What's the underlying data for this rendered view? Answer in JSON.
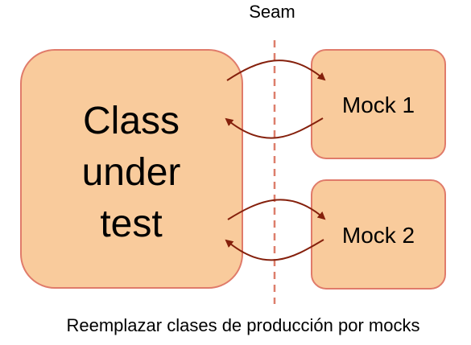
{
  "seam": {
    "label": "Seam"
  },
  "class_under_test": {
    "lines": [
      "Class",
      "under",
      "test"
    ]
  },
  "mocks": [
    {
      "label": "Mock 1"
    },
    {
      "label": "Mock 2"
    }
  ],
  "caption": "Reemplazar clases de producción por mocks",
  "colors": {
    "box_fill": "#f9cb9c",
    "box_stroke": "#e07b6a",
    "arrow": "#85200c",
    "seam_line": "#dd7e6b"
  }
}
